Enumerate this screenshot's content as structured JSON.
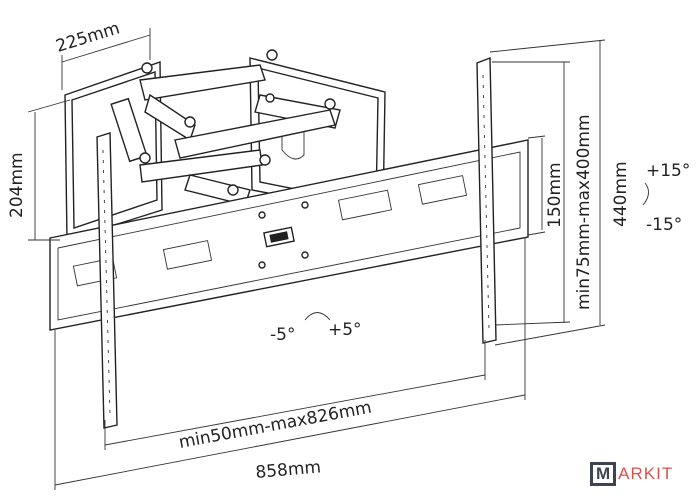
{
  "dimensions": {
    "plate_width": "225mm",
    "plate_height": "204mm",
    "rail_height": "150mm",
    "vesa_vertical": "min75mm-max400mm",
    "arm_length": "440mm",
    "vesa_horizontal": "min50mm-max826mm",
    "total_width": "858mm"
  },
  "angles": {
    "tilt_up": "+15°",
    "tilt_down": "-15°",
    "swivel_left": "-5°",
    "swivel_right": "+5°"
  },
  "logo": {
    "boxed_letter": "M",
    "rest": "ARKIT"
  },
  "colors": {
    "line": "#222222",
    "logo_box": "#3d4450",
    "logo_text": "#d9534f"
  }
}
